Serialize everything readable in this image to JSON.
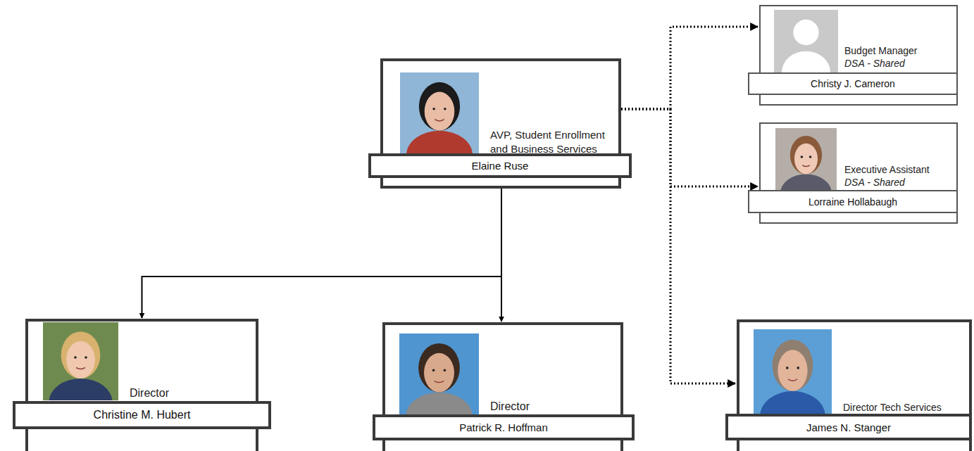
{
  "diagram": {
    "nodes": [
      {
        "text": [
          "AVP, Student Enrollment and Business Services",
          "Elaine Ruse"
        ]
      },
      {
        "text": [
          "Budget Manager",
          "DSA - Shared",
          "Christy J. Cameron"
        ]
      },
      {
        "text": [
          "Executive Assistant",
          "DSA - Shared",
          "Lorraine Hollabaugh"
        ]
      },
      {
        "text": [
          "Director",
          "Christine M. Hubert"
        ]
      },
      {
        "text": [
          "Director",
          "Patrick R. Hoffman"
        ]
      },
      {
        "text": [
          "Director Tech Services",
          "James N. Stanger"
        ]
      }
    ],
    "edges": [
      {
        "from": 0,
        "to": 1,
        "arrow": "to"
      },
      {
        "from": 0,
        "to": 2,
        "arrow": "to"
      },
      {
        "from": 0,
        "to": 3,
        "arrow": "to"
      },
      {
        "from": 0,
        "to": 4,
        "arrow": "to"
      },
      {
        "from": 0,
        "to": 5,
        "arrow": "to"
      }
    ]
  }
}
